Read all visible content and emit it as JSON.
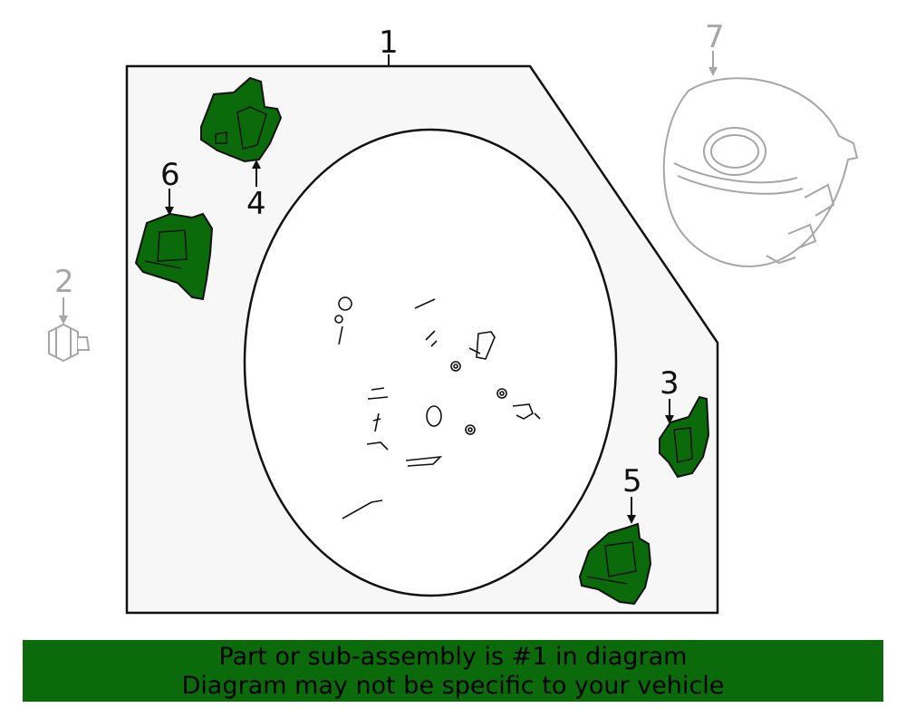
{
  "diagram": {
    "callouts": {
      "c1": "1",
      "c2": "2",
      "c3": "3",
      "c4": "4",
      "c5": "5",
      "c6": "6",
      "c7": "7"
    },
    "colors": {
      "highlight_part": "#0b6b0b",
      "panel_fill": "#f7f7f7",
      "line": "#111111",
      "ghost_part": "#a6a6a6"
    }
  },
  "banner": {
    "line1": "Part or sub-assembly is #1 in diagram",
    "line2": "Diagram may not be specific to your vehicle",
    "background": "#0b6b0b"
  }
}
